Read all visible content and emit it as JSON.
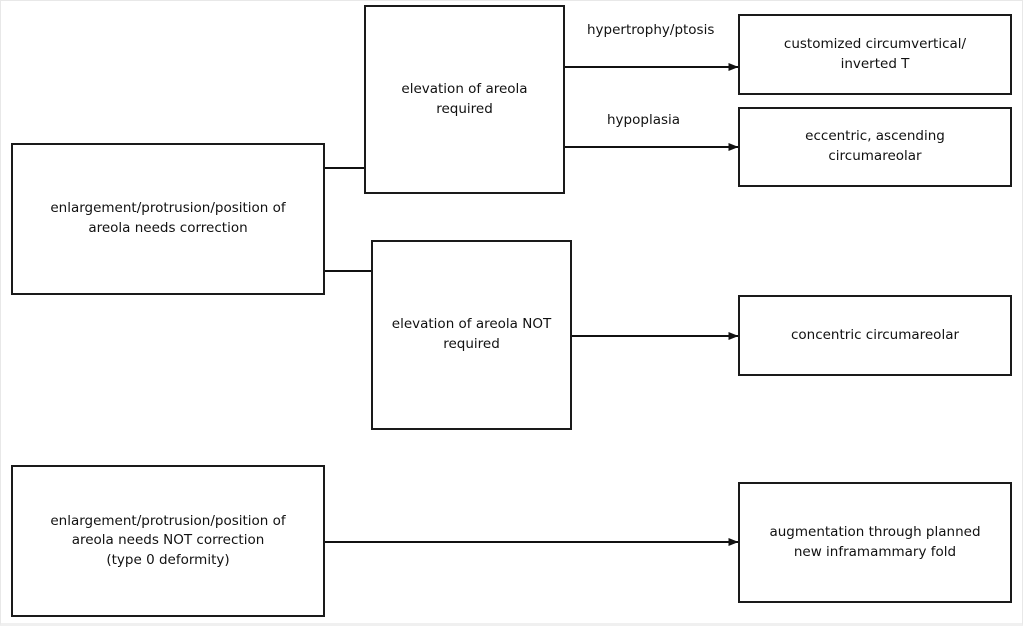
{
  "diagram": {
    "type": "flowchart",
    "orientation": "left-to-right",
    "background_color": "#ffffff",
    "node_border_color": "#1a1a1a",
    "text_color": "#111111",
    "nodes": [
      {
        "id": "needs-correction",
        "label": "enlargement/protrusion/position of\nareola needs correction"
      },
      {
        "id": "elevation-required",
        "label": "elevation of areola\nrequired"
      },
      {
        "id": "elevation-not-required",
        "label": "elevation of areola NOT\nrequired"
      },
      {
        "id": "customized-circumvertical",
        "label": "customized circumvertical/\ninverted T"
      },
      {
        "id": "eccentric-ascending",
        "label": "eccentric, ascending\ncircumareolar"
      },
      {
        "id": "concentric-circumareolar",
        "label": "concentric circumareolar"
      },
      {
        "id": "needs-not-correction",
        "label": "enlargement/protrusion/position of\nareola needs NOT correction\n(type 0 deformity)"
      },
      {
        "id": "augmentation-planned-fold",
        "label": "augmentation through planned\nnew inframammary fold"
      }
    ],
    "edges": [
      {
        "id": "e1",
        "from": "needs-correction",
        "to": "elevation-required",
        "label": ""
      },
      {
        "id": "e2",
        "from": "needs-correction",
        "to": "elevation-not-required",
        "label": ""
      },
      {
        "id": "e3",
        "from": "elevation-required",
        "to": "customized-circumvertical",
        "label": "hypertrophy/ptosis"
      },
      {
        "id": "e4",
        "from": "elevation-required",
        "to": "eccentric-ascending",
        "label": "hypoplasia"
      },
      {
        "id": "e5",
        "from": "elevation-not-required",
        "to": "concentric-circumareolar",
        "label": ""
      },
      {
        "id": "e6",
        "from": "needs-not-correction",
        "to": "augmentation-planned-fold",
        "label": ""
      }
    ],
    "edge_labels": {
      "hypertrophy_ptosis": "hypertrophy/ptosis",
      "hypoplasia": "hypoplasia"
    }
  }
}
